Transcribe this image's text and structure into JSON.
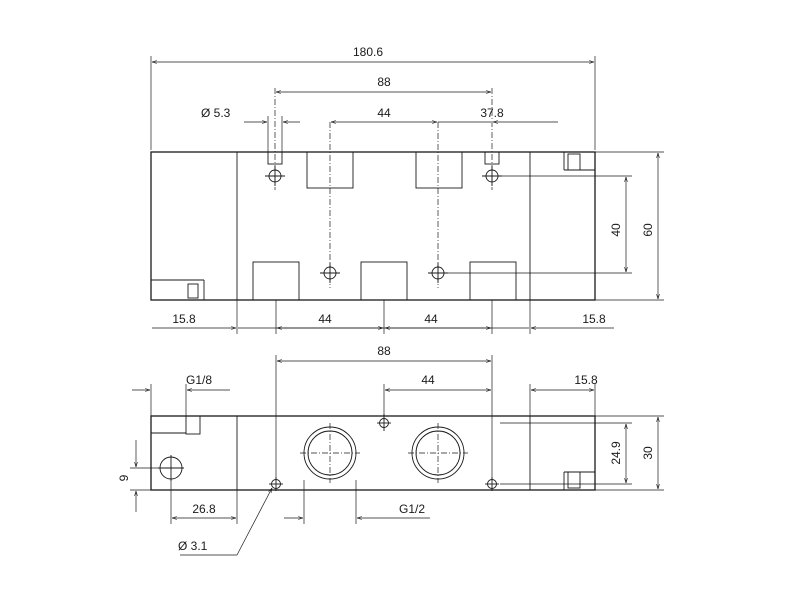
{
  "top_view": {
    "overall_length": "180.6",
    "port_pitch_outer": "88",
    "port_pitch": "44",
    "port_offset_right": "37.8",
    "mount_hole_dia": "Ø 5.3",
    "hole_row_spacing": "40",
    "overall_width": "60",
    "end_left": "15.8",
    "bottom_pitch_1": "44",
    "bottom_pitch_2": "44",
    "end_right": "15.8"
  },
  "side_view": {
    "port_pitch_outer": "88",
    "port_pitch": "44",
    "end_right": "15.8",
    "pilot_port": "G1/8",
    "pilot_height": "9",
    "pilot_offset": "26.8",
    "main_port": "G1/2",
    "mount_hole_dia": "Ø 3.1",
    "hole_height": "24.9",
    "overall_height": "30"
  },
  "colors": {
    "line": "#1a1a1a",
    "background": "#ffffff"
  }
}
